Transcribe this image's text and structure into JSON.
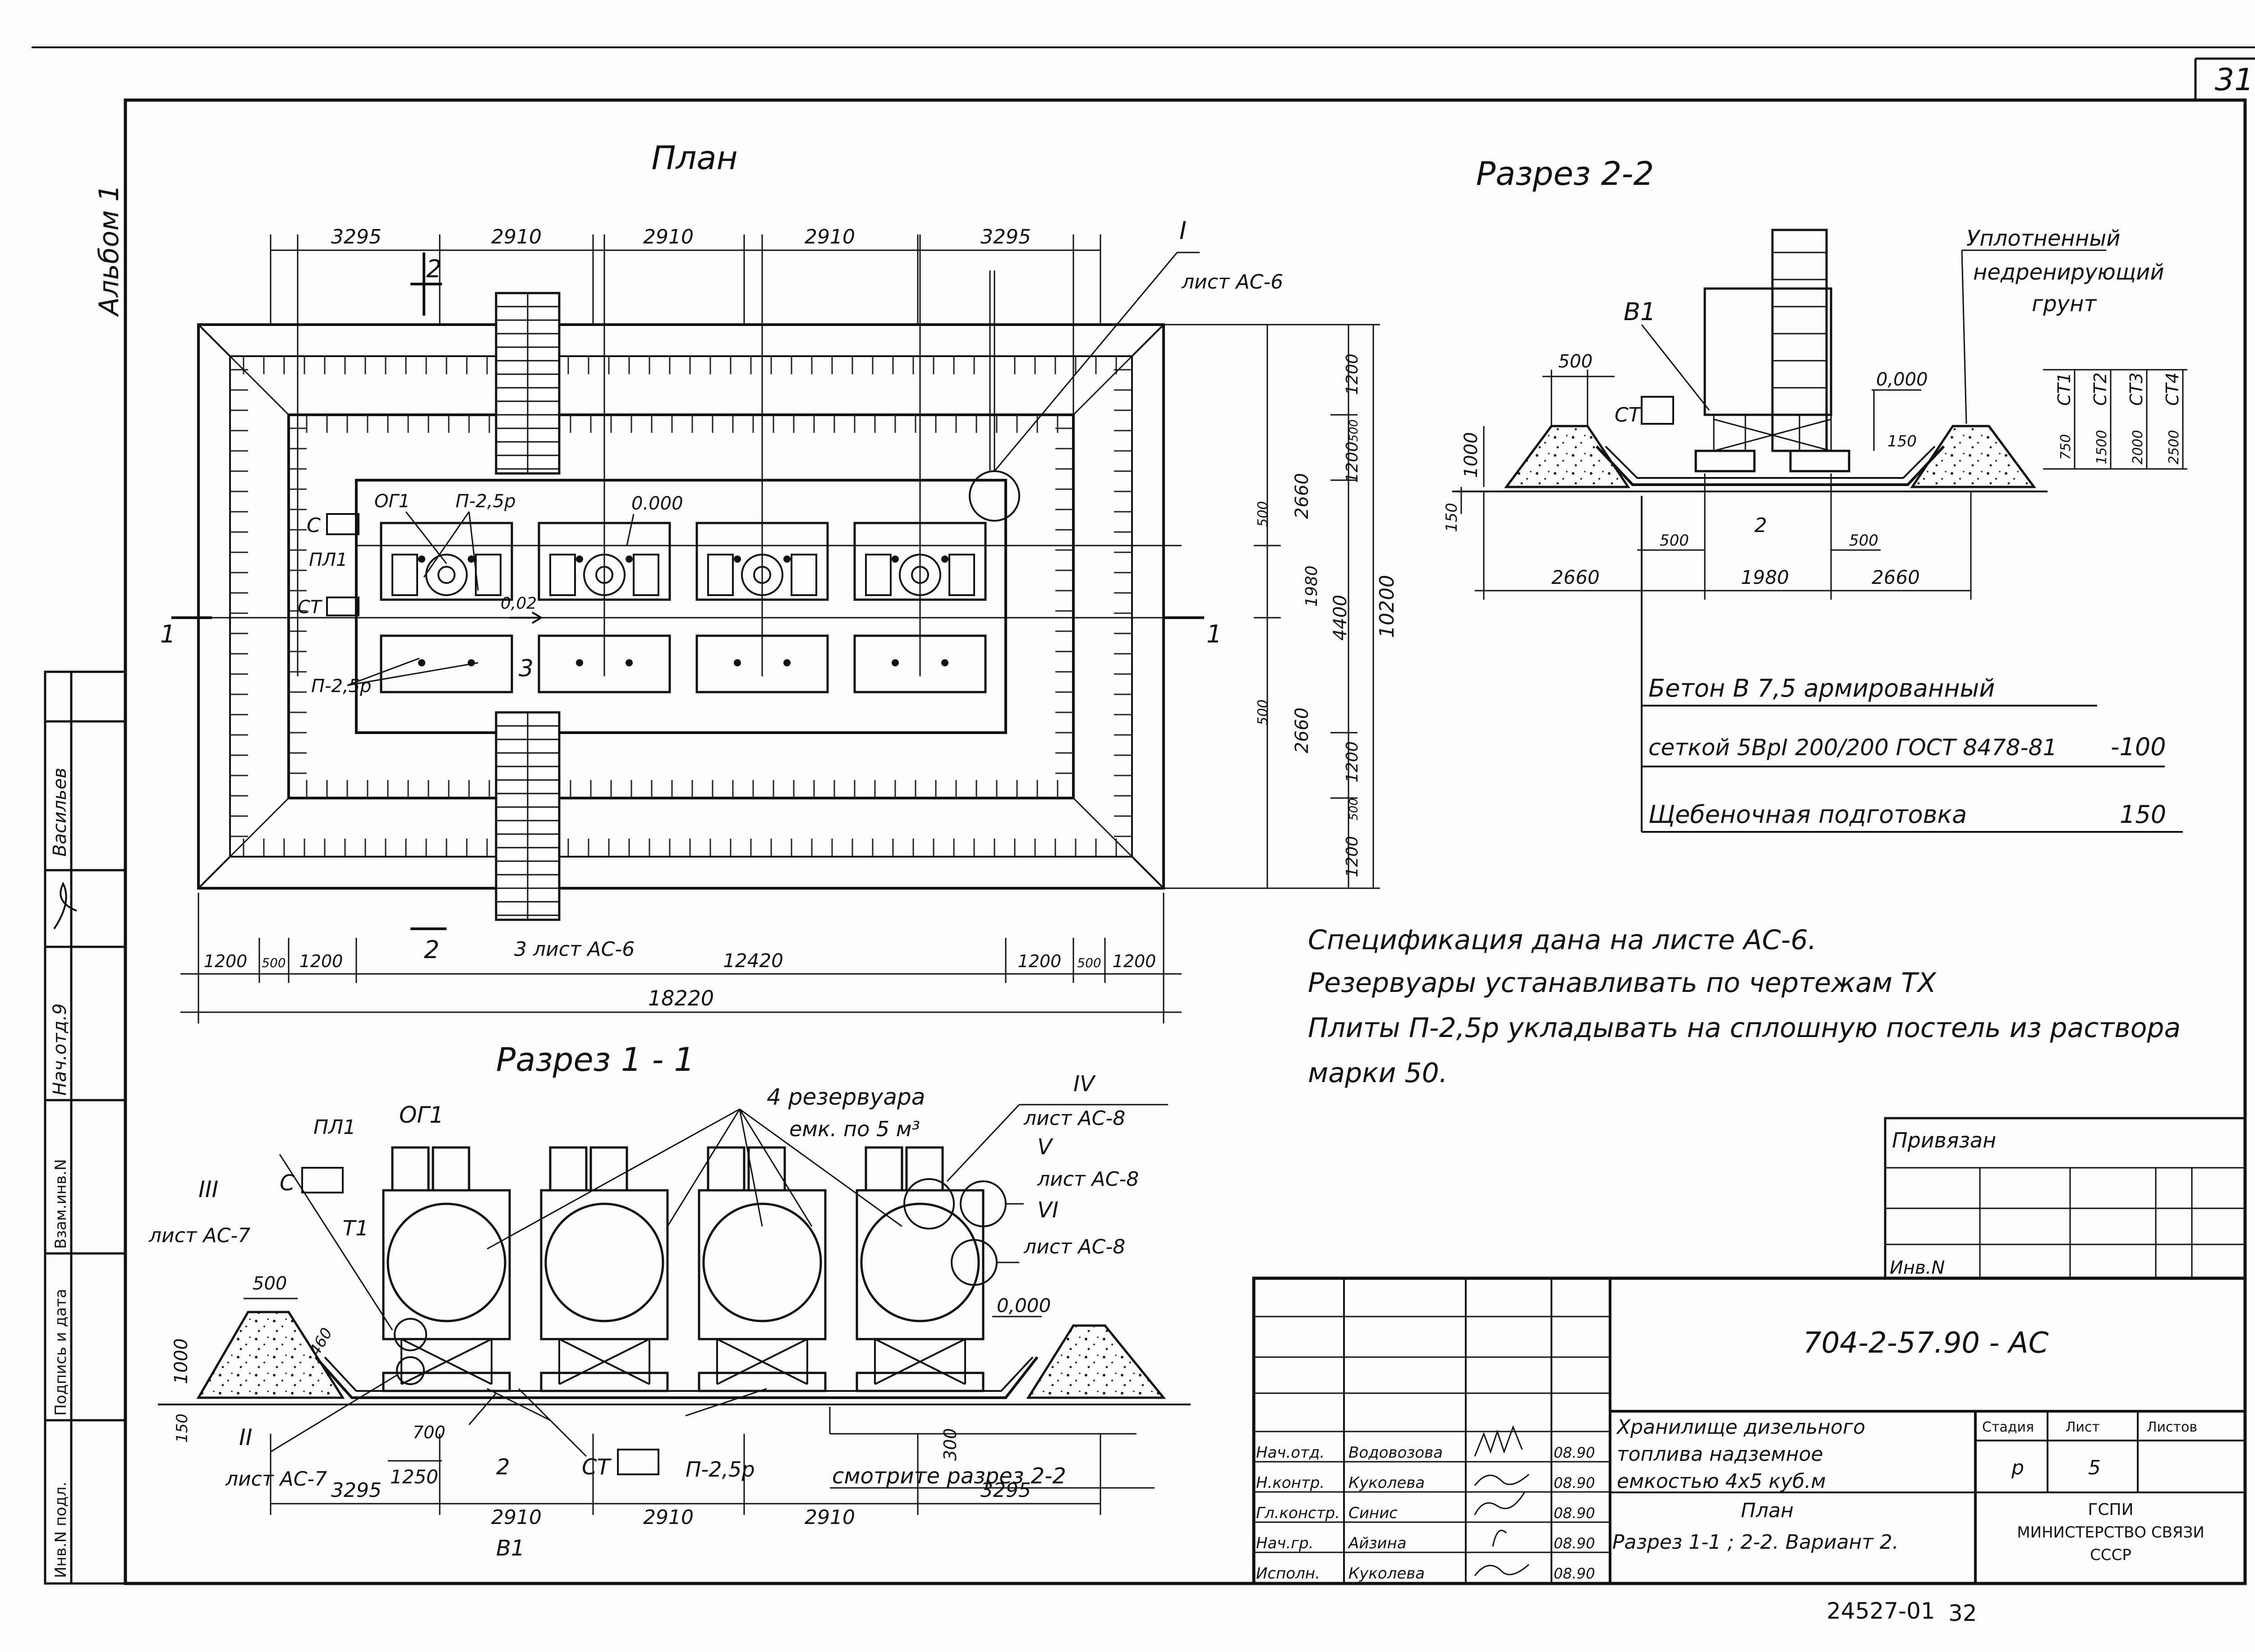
{
  "sheet": {
    "page_number": "31",
    "album": "Альбом 1",
    "footer_number": "24527-01",
    "footer_page": "32"
  },
  "plan": {
    "title": "План",
    "top_dims": [
      "3295",
      "2910",
      "2910",
      "2910",
      "3295"
    ],
    "bottom_dims": [
      "1200",
      "500",
      "1200",
      "12420",
      "1200",
      "500",
      "1200"
    ],
    "total": "18220",
    "right_dims": [
      "1200",
      "500",
      "1200",
      "500",
      "1980",
      "500",
      "1200",
      "500",
      "1200"
    ],
    "right_dims_2": [
      "2660",
      "4400",
      "2660"
    ],
    "right_total": "10200",
    "labels": {
      "og1": "ОГ1",
      "p25p": "П-2,5р",
      "p25p_2": "П-2,5р",
      "elev": "0.000",
      "slope": "0,02",
      "c": "С",
      "pl1": "ПЛ1",
      "st": "СТ",
      "sec1_left": "1",
      "sec1_right": "1",
      "sec2_top": "2",
      "sec2_bottom": "2",
      "sec3": "3",
      "sec3_ref": "3 лист АС-6",
      "node1": "I",
      "node1_ref": "лист АС-6"
    }
  },
  "section22": {
    "title": "Разрез 2-2",
    "soil_label_1": "Уплотненный",
    "soil_label_2": "недренирующий",
    "soil_label_3": "грунт",
    "b1": "В1",
    "st": "СТ",
    "elev": "0,000",
    "dims": {
      "d500": "500",
      "h1000": "1000",
      "h150": "150",
      "d500b": "500",
      "d500c": "500",
      "d2660a": "2660",
      "d1980": "1980",
      "d2660b": "2660",
      "d150": "150",
      "mark2": "2"
    },
    "st_heights": [
      {
        "name": "СТ1",
        "h": "750"
      },
      {
        "name": "СТ2",
        "h": "1500"
      },
      {
        "name": "СТ3",
        "h": "2000"
      },
      {
        "name": "СТ4",
        "h": "2500"
      }
    ],
    "layers": [
      {
        "text": "Бетон В 7,5     армированный",
        "val": ""
      },
      {
        "text": "сеткой 5ВрI 200/200 ГОСТ 8478-81",
        "val": "-100"
      },
      {
        "text": "Щебеночная подготовка",
        "val": "150"
      }
    ]
  },
  "section11": {
    "title": "Разрез 1 - 1",
    "tanks_label_1": "4 резервуара",
    "tanks_label_2": "емк. по 5 м³",
    "labels": {
      "pl1": "ПЛ1",
      "og1": "ОГ1",
      "c": "С",
      "t1": "Т1",
      "node3": "III",
      "node3_ref": "лист АС-7",
      "node2": "II",
      "node2_ref": "лист АС-7",
      "node4": "IV",
      "node4_ref": "лист АС-8",
      "node5": "V",
      "node5_ref": "лист АС-8",
      "node6": "VI",
      "node6_ref": "лист АС-8",
      "elev": "0,000",
      "d500": "500",
      "d460": "460",
      "h1000": "1000",
      "h150": "150",
      "d700": "700",
      "d1250": "1250",
      "mark2": "2",
      "st": "СТ",
      "p25p": "П-2,5р",
      "b1": "В1",
      "h300": "300",
      "see": "смотрите     разрез  2-2"
    },
    "bottom_dims": [
      "3295",
      "2910",
      "2910",
      "2910",
      "3295"
    ]
  },
  "notes": [
    "Спецификация     дана     на  листе  АС-6.",
    "Резервуары  устанавливать    по  чертежам ТХ",
    "Плиты  П-2,5р  укладывать  на  сплошную  постель  из  раствора",
    "марки  50."
  ],
  "side_stamp": {
    "nach_otd": "Нач.отд.9",
    "vasiliev": "Васильев",
    "inv_podl": "Инв.N подл.",
    "podpis": "Подпись и дата",
    "vzam": "Взам.инв.N"
  },
  "title_block": {
    "privyazan": "Привязан",
    "inv_n": "Инв.N",
    "code": "704-2-57.90 - АС",
    "object_1": "Хранилище дизельного",
    "object_2": "топлива надземное",
    "object_3": "емкостью 4х5 куб.м",
    "sheet_1": "План",
    "sheet_2": "Разрез 1-1 ; 2-2. Вариант 2.",
    "stadia_h": "Стадия",
    "list_h": "Лист",
    "listov_h": "Листов",
    "stadia": "р",
    "list": "5",
    "listov": "",
    "org_1": "ГСПИ",
    "org_2": "МИНИСТЕРСТВО СВЯЗИ",
    "org_3": "СССР",
    "people": [
      {
        "role": "Нач.отд.",
        "name": "Водовозова",
        "date": "08.90"
      },
      {
        "role": "Н.контр.",
        "name": "Куколева",
        "date": "08.90"
      },
      {
        "role": "Гл.констр.",
        "name": "Синис",
        "date": "08.90"
      },
      {
        "role": "Нач.гр.",
        "name": "Айзина",
        "date": "08.90"
      },
      {
        "role": "Исполн.",
        "name": "Куколева",
        "date": "08.90"
      }
    ]
  }
}
